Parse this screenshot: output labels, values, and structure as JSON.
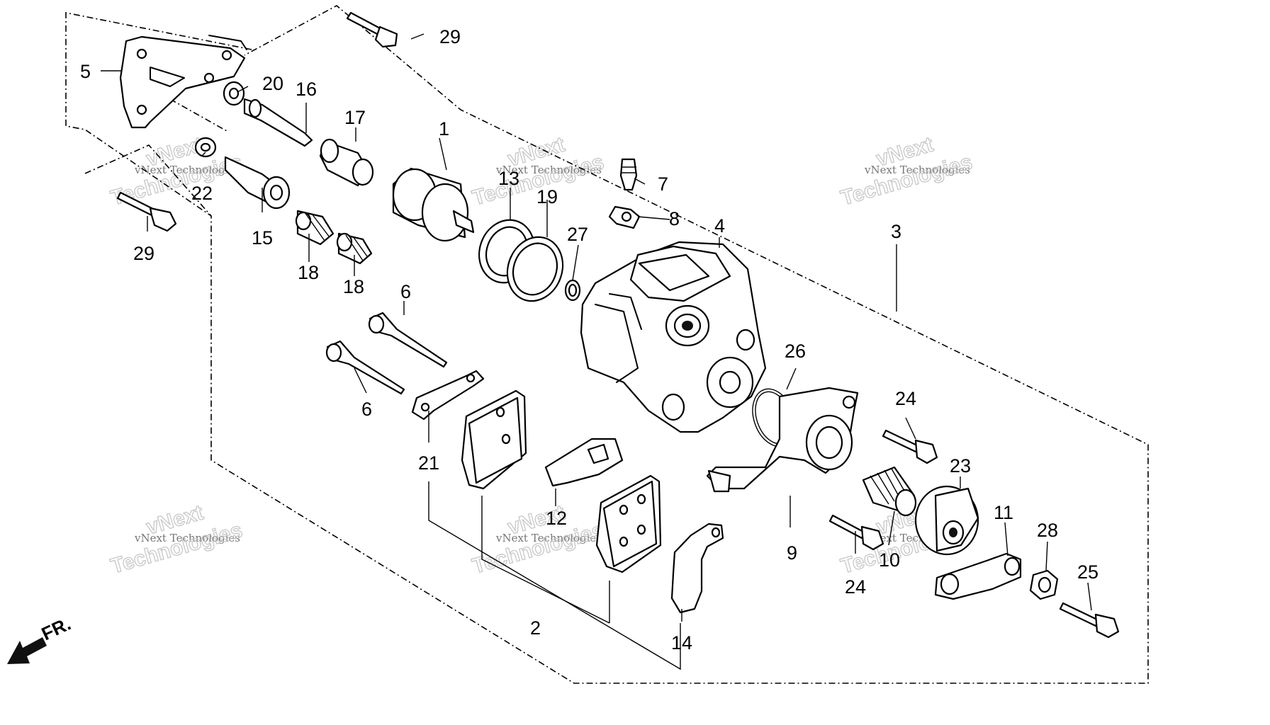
{
  "diagram": {
    "part_labels": [
      {
        "id": "1",
        "text": "1"
      },
      {
        "id": "2",
        "text": "2"
      },
      {
        "id": "3",
        "text": "3"
      },
      {
        "id": "4",
        "text": "4"
      },
      {
        "id": "5",
        "text": "5"
      },
      {
        "id": "6a",
        "text": "6"
      },
      {
        "id": "6b",
        "text": "6"
      },
      {
        "id": "7",
        "text": "7"
      },
      {
        "id": "8",
        "text": "8"
      },
      {
        "id": "9",
        "text": "9"
      },
      {
        "id": "10",
        "text": "10"
      },
      {
        "id": "11",
        "text": "11"
      },
      {
        "id": "12",
        "text": "12"
      },
      {
        "id": "13",
        "text": "13"
      },
      {
        "id": "14",
        "text": "14"
      },
      {
        "id": "15",
        "text": "15"
      },
      {
        "id": "16",
        "text": "16"
      },
      {
        "id": "17",
        "text": "17"
      },
      {
        "id": "18a",
        "text": "18"
      },
      {
        "id": "18b",
        "text": "18"
      },
      {
        "id": "19",
        "text": "19"
      },
      {
        "id": "20",
        "text": "20"
      },
      {
        "id": "21",
        "text": "21"
      },
      {
        "id": "22",
        "text": "22"
      },
      {
        "id": "23",
        "text": "23"
      },
      {
        "id": "24a",
        "text": "24"
      },
      {
        "id": "24b",
        "text": "24"
      },
      {
        "id": "25",
        "text": "25"
      },
      {
        "id": "26",
        "text": "26"
      },
      {
        "id": "27",
        "text": "27"
      },
      {
        "id": "28",
        "text": "28"
      },
      {
        "id": "29a",
        "text": "29"
      },
      {
        "id": "29b",
        "text": "29"
      }
    ],
    "watermark": {
      "line1": "vNext Technologies",
      "line2a": "vNext",
      "line2b": "Technologies"
    },
    "front_label": "FR."
  }
}
